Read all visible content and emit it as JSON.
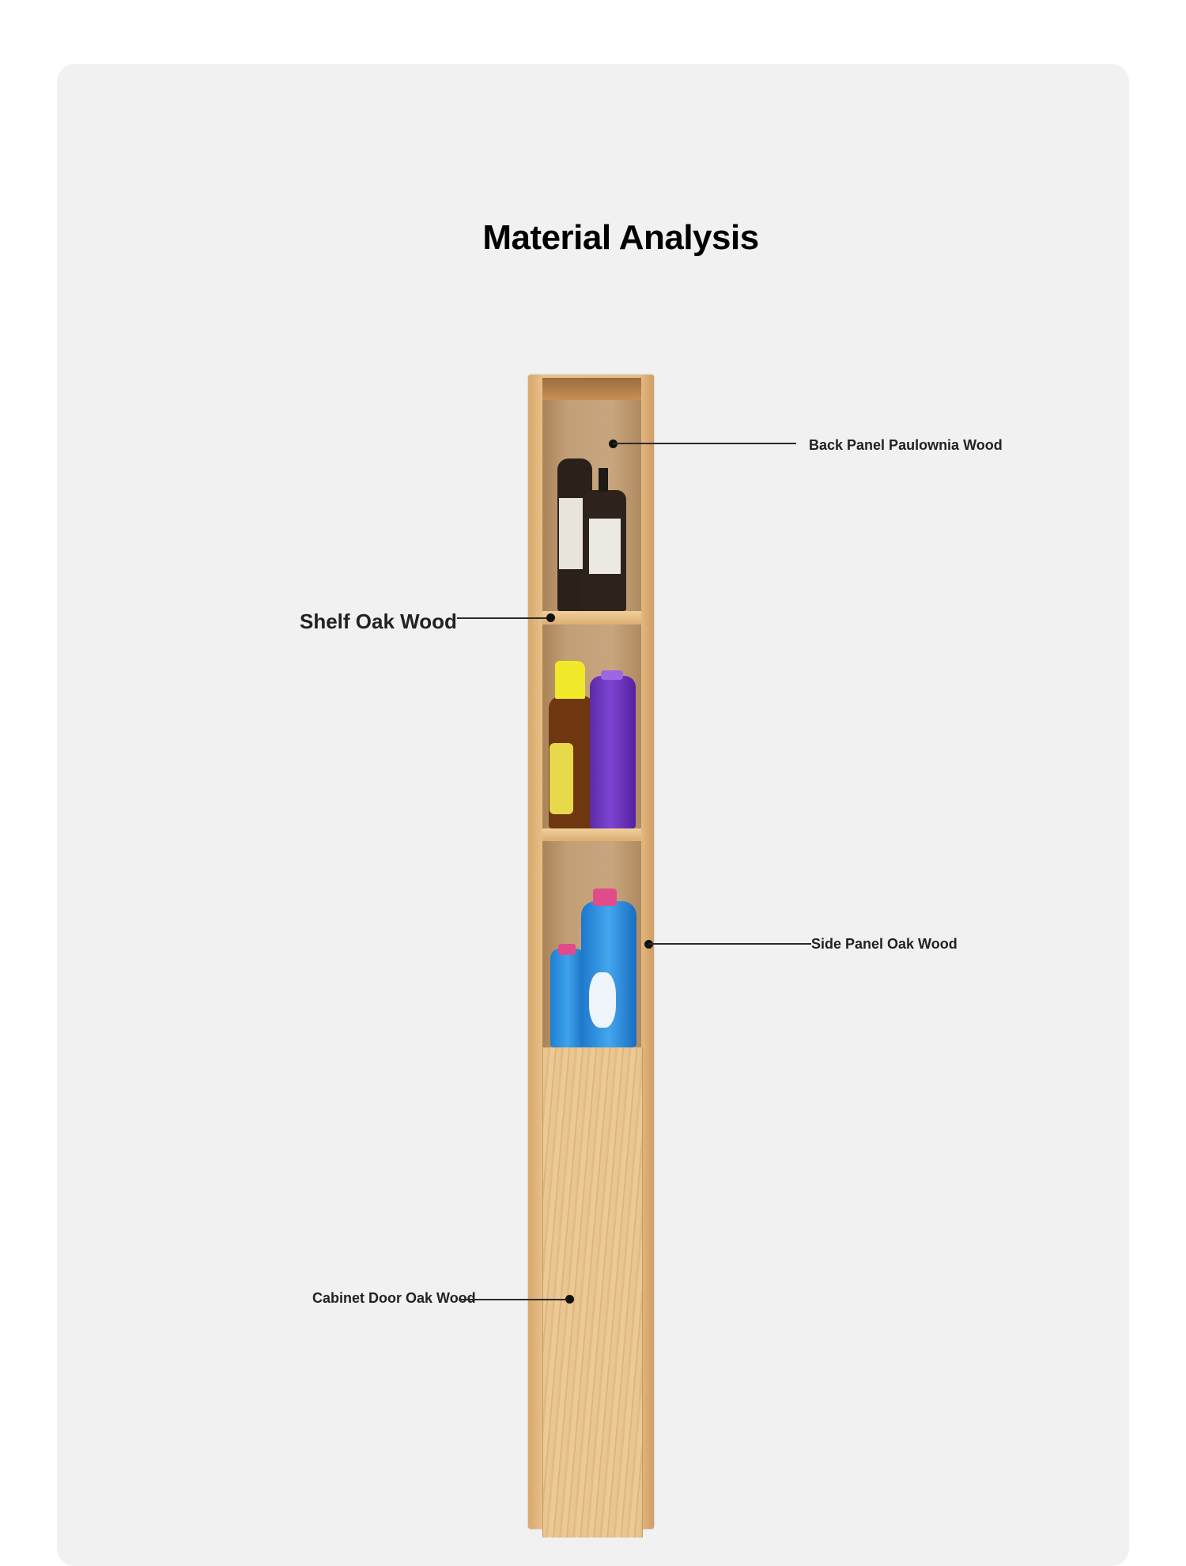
{
  "title": "Material Analysis",
  "callouts": {
    "back_panel": "Back Panel Paulownia Wood",
    "shelf": "Shelf Oak Wood",
    "side_panel": "Side Panel Oak Wood",
    "cabinet_door": "Cabinet Door Oak Wood"
  },
  "colors": {
    "background": "#f1f1f1",
    "oak": "#e6bd86",
    "text": "#222222"
  }
}
